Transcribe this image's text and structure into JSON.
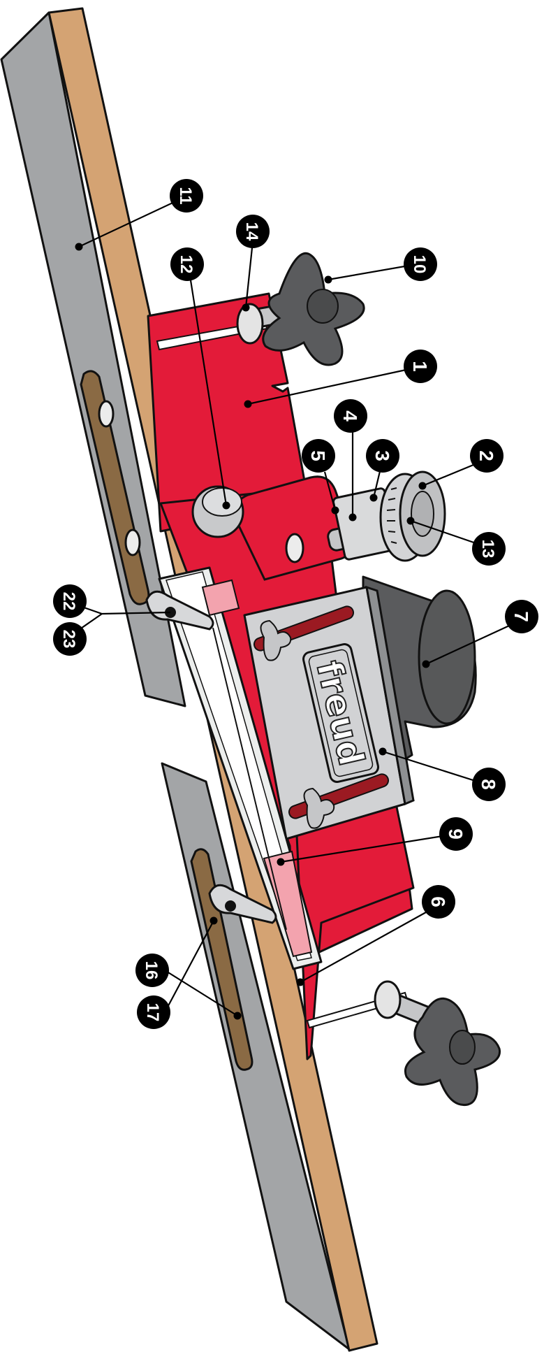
{
  "colors": {
    "fence_gray": "#a3a5a7",
    "fence_wood": "#d4a373",
    "slot_brown": "#8a6a44",
    "body_red": "#e31b39",
    "body_dark_red": "#9b1a22",
    "plate_gray": "#d1d2d4",
    "guard_white": "#eceeed",
    "guard_pink": "#f3a3ae",
    "knob_dark": "#5a5b5d",
    "knob_light": "#c5c6c8",
    "outline": "#111111",
    "badge": "#000000"
  },
  "brand": {
    "text": "freud",
    "icon": "freud-logo"
  },
  "labels": [
    {
      "id": "1",
      "text": "1"
    },
    {
      "id": "2",
      "text": "2"
    },
    {
      "id": "3",
      "text": "3"
    },
    {
      "id": "4",
      "text": "4"
    },
    {
      "id": "5",
      "text": "5"
    },
    {
      "id": "6",
      "text": "6"
    },
    {
      "id": "7",
      "text": "7"
    },
    {
      "id": "8",
      "text": "8"
    },
    {
      "id": "9",
      "text": "9"
    },
    {
      "id": "10",
      "text": "10"
    },
    {
      "id": "11",
      "text": "11"
    },
    {
      "id": "12",
      "text": "12"
    },
    {
      "id": "13",
      "text": "13"
    },
    {
      "id": "14",
      "text": "14"
    },
    {
      "id": "16",
      "text": "16"
    },
    {
      "id": "17",
      "text": "17"
    },
    {
      "id": "22",
      "text": "22"
    },
    {
      "id": "23",
      "text": "23"
    }
  ]
}
